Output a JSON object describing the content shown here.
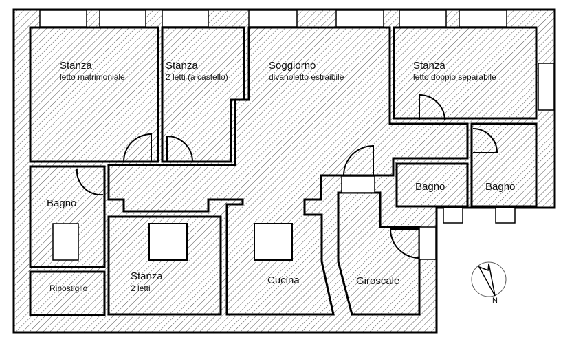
{
  "rooms": {
    "bedroom_master": {
      "title": "Stanza",
      "subtitle": "letto matrimoniale"
    },
    "bedroom_bunk": {
      "title": "Stanza",
      "subtitle": "2 letti (a castello)"
    },
    "living": {
      "title": "Soggiorno",
      "subtitle": "divanoletto estraibile"
    },
    "bedroom_double": {
      "title": "Stanza",
      "subtitle": "letto doppio separabile"
    },
    "bath_left": {
      "title": "Bagno"
    },
    "bath_mid": {
      "title": "Bagno"
    },
    "bath_right": {
      "title": "Bagno"
    },
    "storage": {
      "title": "Ripostiglio"
    },
    "bedroom_two": {
      "title": "Stanza",
      "subtitle": "2 letti"
    },
    "kitchen": {
      "title": "Cucina"
    },
    "stairwell": {
      "title": "Giroscale"
    }
  },
  "compass": {
    "label": "N"
  },
  "colors": {
    "wood": "#8a6428",
    "tile": "#e6edf4",
    "wall": "#000000"
  }
}
